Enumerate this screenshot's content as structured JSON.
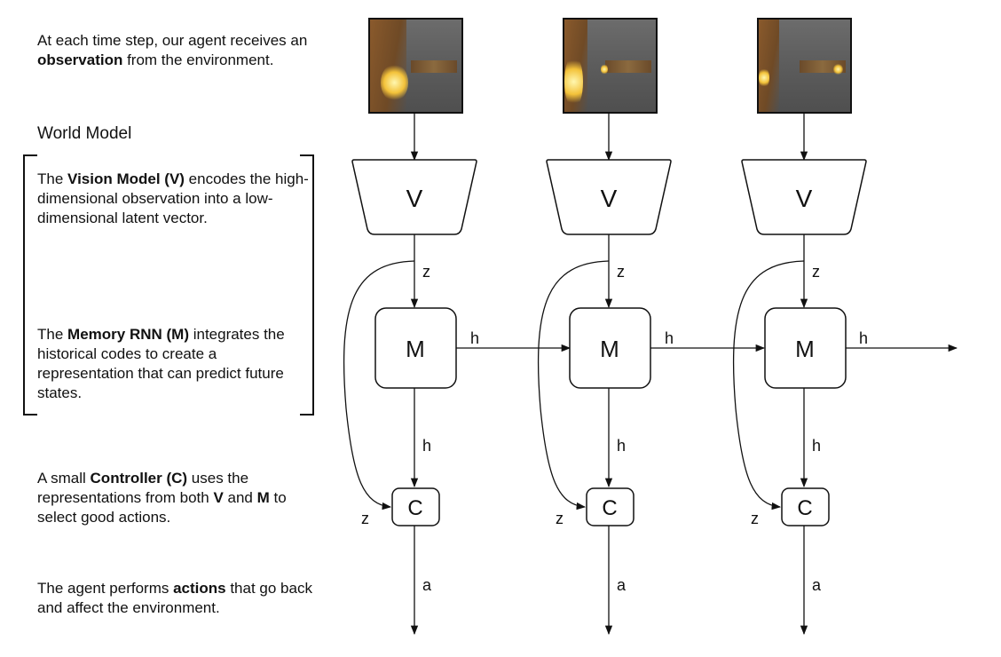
{
  "descriptions": {
    "observation": {
      "pre": "At each time step, our agent receives an ",
      "bold": "observation",
      "post": " from the environment."
    },
    "world_model_title": "World Model",
    "vision": {
      "pre": "The ",
      "bold": "Vision Model (V)",
      "post": " encodes the high-dimensional observation into a low-dimensional latent vector."
    },
    "memory": {
      "pre": "The ",
      "bold": "Memory RNN (M)",
      "post": " integrates the historical codes to create a representation that can predict future states."
    },
    "controller": {
      "pre": "A small ",
      "bold": "Controller (C)",
      "mid": " uses the representations from both ",
      "bold2": "V",
      "mid2": " and ",
      "bold3": "M",
      "post": " to select good actions."
    },
    "action": {
      "pre": "The agent performs ",
      "bold": "actions",
      "post": " that go back and affect the environment."
    }
  },
  "columns": [
    {
      "vision": "V",
      "memory": "M",
      "controller": "C",
      "z_down": "z",
      "z_side": "z",
      "h_right": "h",
      "h_down": "h",
      "action": "a"
    },
    {
      "vision": "V",
      "memory": "M",
      "controller": "C",
      "z_down": "z",
      "z_side": "z",
      "h_right": "h",
      "h_down": "h",
      "action": "a"
    },
    {
      "vision": "V",
      "memory": "M",
      "controller": "C",
      "z_down": "z",
      "z_side": "z",
      "h_right": "h",
      "h_down": "h",
      "action": "a"
    }
  ]
}
